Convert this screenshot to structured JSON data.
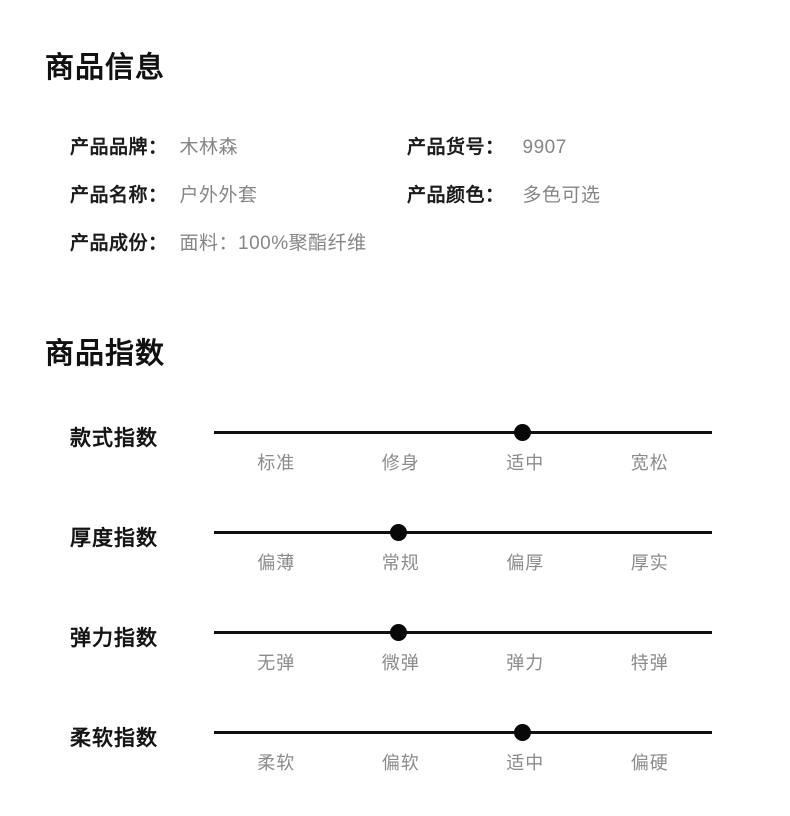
{
  "sections": {
    "info_title": "商品信息",
    "index_title": "商品指数"
  },
  "product_info": [
    {
      "left": {
        "label": "产品品牌：",
        "value": "木林森"
      },
      "right": {
        "label": "产品货号：",
        "value": "9907"
      }
    },
    {
      "left": {
        "label": "产品名称：",
        "value": "户外外套"
      },
      "right": {
        "label": "产品颜色：",
        "value": "多色可选"
      }
    },
    {
      "left": {
        "label": "产品成份：",
        "value": "面料：100%聚酯纤维"
      },
      "right": {
        "label": "",
        "value": ""
      }
    }
  ],
  "indices": [
    {
      "name": "款式指数",
      "options": [
        "标准",
        "修身",
        "适中",
        "宽松"
      ],
      "selected_index": 2,
      "selected_value": "适中",
      "marker_percent": 62
    },
    {
      "name": "厚度指数",
      "options": [
        "偏薄",
        "常规",
        "偏厚",
        "厚实"
      ],
      "selected_index": 1,
      "selected_value": "常规",
      "marker_percent": 37
    },
    {
      "name": "弹力指数",
      "options": [
        "无弹",
        "微弹",
        "弹力",
        "特弹"
      ],
      "selected_index": 1,
      "selected_value": "微弹",
      "marker_percent": 37
    },
    {
      "name": "柔软指数",
      "options": [
        "柔软",
        "偏软",
        "适中",
        "偏硬"
      ],
      "selected_index": 2,
      "selected_value": "适中",
      "marker_percent": 62
    }
  ],
  "colors": {
    "title": "#111111",
    "label": "#1b1b1b",
    "value": "#868686",
    "track": "#101010",
    "marker": "#080808",
    "background": "#ffffff"
  }
}
